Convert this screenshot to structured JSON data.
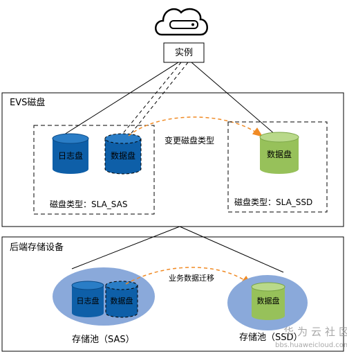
{
  "instance": {
    "label": "实例"
  },
  "evs": {
    "title": "EVS磁盘",
    "left_group": {
      "log_disk": "日志盘",
      "data_disk": "数据盘",
      "type_label": "磁盘类型：SLA_SAS"
    },
    "right_group": {
      "data_disk": "数据盘",
      "type_label": "磁盘类型：SLA_SSD"
    },
    "change_label": "变更磁盘类型"
  },
  "backend": {
    "title": "后端存储设备",
    "left_pool": {
      "log_disk": "日志盘",
      "data_disk": "数据盘",
      "label": "存储池（SAS）"
    },
    "right_pool": {
      "data_disk": "数据盘",
      "label": "存储池（SSD）"
    },
    "migration_label": "业务数据迁移"
  },
  "watermark": {
    "title": "华为云社区",
    "url": "bbs.huaweicloud.com"
  },
  "colors": {
    "blue_disk": "#0e5fa8",
    "blue_disk_top": "#2a7dc6",
    "green_disk": "#97c15a",
    "green_disk_top": "#b9d98a",
    "pool_ellipse": "#8aa9da",
    "arrow_orange": "#f08a24"
  }
}
